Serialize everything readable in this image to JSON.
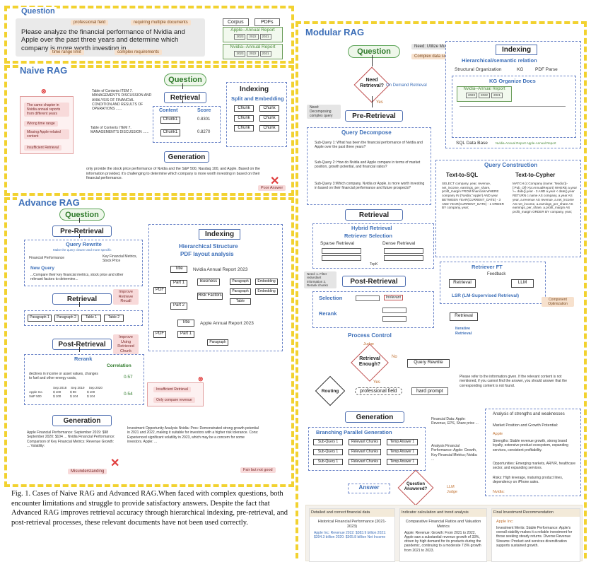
{
  "question_panel": {
    "title": "Question",
    "text": "Please analyze the financial performance of Nvidia and Apple over the past three years and determine which company is more worth investing in.",
    "tags": [
      "professional field",
      "requiring multiple documents",
      "time range limit",
      "complex requirements"
    ],
    "corpus": "Corpus",
    "pdfs": "PDFs",
    "apple_report": "Apple--Annual Report",
    "nvidia_report": "Nvidia--Annual Report",
    "years": [
      "2023",
      "2022",
      "2021"
    ]
  },
  "naive_rag": {
    "title": "Naive RAG",
    "question": "Question",
    "retrieval": "Retrieval",
    "content": "Content",
    "score": "Score",
    "chunk_label": "Chunk1",
    "score1": "0.8301",
    "score2": "0.8270",
    "indexing": "Indexing",
    "split": "Split and Embedding",
    "chunk": "Chunk",
    "generation": "Generation",
    "toc1": "Table of Contents ITEM 7. MANAGEMENT'S DISCUSSION AND ANALYSIS OF FINANCIAL CONDITION AND RESULTS OF OPERATIONS ......",
    "toc2": "Table of Contents ITEM 7. MANAGEMENT'S DISCUSSION ......",
    "issues": [
      "The same chapter in Nvidia annual reports from different years",
      "Wrong time range",
      "Missing Apple-related content",
      "Insufficient Retrieval"
    ],
    "answer": "only provide the stock price performance of Nvidia and the S&P 500, Nasdaq 100, and Apple. Based on the information provided, it's challenging to determine which company is more worth investing in based on their financial performance.",
    "poor": "Poor Answer"
  },
  "advance_rag": {
    "title": "Advance RAG",
    "question": "Question",
    "pre_retrieval": "Pre-Retrieval",
    "query_rewrite": "Query Rewrite",
    "qr_sub": "Make the query clearer and more specific",
    "fin_perf": "Financial Performance",
    "key_metrics": "Key Financial Metrics, Stock Price",
    "new_query": "New Query",
    "new_query_text": "...Compare their key financial metrics, stock price and other relevant factors to determine...",
    "retrieval": "Retrieval",
    "improve_recall": "Improve Retrieve Recall",
    "paragraphs": [
      "Paragraph 1",
      "Paragraph 2",
      "Table 1",
      "Table 2"
    ],
    "post_retrieval": "Post-Retrieval",
    "improve_chunk": "Improve Using Retrieved Chunk",
    "rerank": "Rerank",
    "correlation": "Correlation",
    "c1_text": "declines in income or asset values, changes to fuel and other energy costs,",
    "c1_score": "0.57",
    "table_header": [
      "Sep 2018",
      "Sep 2019",
      "Sep 2020"
    ],
    "table_rows": [
      [
        "Apple Inc.",
        "$ 100",
        "$ 98",
        "$ 100"
      ],
      [
        "S&P 500",
        "$ 100",
        "$ 104",
        "$ 104"
      ]
    ],
    "c2_score": "0.54",
    "indexing": "Indexing",
    "hier": "Hierarchical Structure",
    "pdf_layout": "PDF layout analysis",
    "title_node": "Title",
    "nvidia_report": "Nvidia Annual Report 2023",
    "apple_report": "Apple Annual Report 2023",
    "pdf": "PDF",
    "parts": [
      "Part 1",
      "Part 2",
      "Part 1"
    ],
    "business": "Business",
    "risk": "Risk Factors",
    "paragraph": "Paragraph",
    "embedding": "Embedding",
    "table": "Table",
    "generation": "Generation",
    "gen_left": "Apple Financial Performance: September 2019: $98 September 2020: $104 ... Nvidia Financial Performance: Comparison of Key Financial Metrics: Revenue Growth: ... Volatility:",
    "gen_right": "Investment Opportunity Analysis Nvidia: Pros: Demonstrated strong growth potential in 2021 and 2022, making it suitable for investors with a higher risk tolerance. Cons: Experienced significant volatility in 2023, which may be a concern for some investors. Apple: ...",
    "insufficient": "Insufficient Retrieval",
    "only_revenue": "Only compare revenue",
    "misunderstanding": "Misunderstanding",
    "fair": "Fair but not good"
  },
  "caption": "Fig. 1.  Cases of Naive RAG and Advanced RAG.When faced with complex questions, both encounter limitations and struggle to provide satisfactory answers. Despite the fact that Advanced RAG improves retrieval accuracy through hierarchical indexing, pre-retrieval, and post-retrieval processes, these relevant documents have not been used correctly.",
  "modular_rag": {
    "title": "Modular RAG",
    "question": "Question",
    "need": "Need: Utilize Multi-source Data",
    "complex": "Complex data source",
    "need_retrieval": "Need Retrieval?",
    "on_demand": "On Demand Retrieval",
    "yes": "Yes",
    "no": "No",
    "need_decompose": "Need: Decomposing complex query",
    "indexing": "Indexing",
    "hier_rel": "Hierarchical/semantic relation",
    "struct_org": "Structural Organization",
    "kg": "KG",
    "pdf_parse": "PDF Parse",
    "kg_docs": "KG Organize Docs",
    "nvidia_report": "Nvidia--Annual Report",
    "years": [
      "2023",
      "2022",
      "2021"
    ],
    "sql_db": "SQL Data Base",
    "sql_reports": "Nvidia-Annual Report  Apple-Annual Report",
    "pre_retrieval": "Pre-Retrieval",
    "query_decompose": "Query Decompose",
    "subqueries": [
      "Sub-Query 1: What has been the financial performance of Nvidia and Apple over the past three years?",
      "Sub-Query 2: How do Nvidia and Apple compare in terms of market position, growth potential, and financial ratios?",
      "Sub-Query 3:Which company, Nvidia or Apple, is more worth investing in based on their financial performance and future prospects?"
    ],
    "query_construction": "Query Construction",
    "text_to_sql": "Text-to-SQL",
    "text_to_cypher": "Text-to-Cypher",
    "sql_code": "SELECT company, year, revenue, net_income, earnings_per_share, profit_margin FROM financials WHERE company IN ('Nvidia','Apple') AND year BETWEEN YEAR(CURRENT_DATE) - 3 AND YEAR(CURRENT_DATE) - 1 ORDER BY company, year;",
    "cypher_code": "MATCH (c:Company {name: 'Nvidia'})-[:Pub_Of]->(a:AnnualReport) WHERE a.year >= date().year - 3 AND a.year < date().year RETURN c.name AS company, a.year AS year, a.revenue AS revenue, a.net_income AS net_income, a.earnings_per_share AS earnings_per_share, a.profit_margin AS profit_margin ORDER BY company, year;",
    "retrieval": "Retrieval",
    "hybrid": "Hybrid Retrieval",
    "retriever_selection": "Retriever Selection",
    "sparse": "Sparse Retrieval",
    "dense": "Dense Retrieval",
    "topk": "TopK",
    "need_filter": "Need: 1. Filter redundant information 2. Rerank chunks",
    "post_retrieval": "Post-Retrieval",
    "selection": "Selection",
    "irrelevant": "Irrelevant",
    "rerank": "Rerank",
    "retriever_ft": "Retriever FT",
    "feedback": "Feedback",
    "retrieval_box": "Retrieval",
    "llm": "LLM",
    "lsr": "LSR (LM-Supervised Retrieval)",
    "component": "Component Optimization",
    "retrieval_iter": "Retrieval",
    "iterative": "Iterative Retrieval",
    "process_control": "Process Control",
    "judge": "Judge",
    "retrieval_enough": "Retrieval Enough?",
    "query_rewrite": "Query Rewrite",
    "routing": "Routing",
    "professional_field": "professional field",
    "hard_prompt": "hard prompt",
    "prompt_text": "Please refer to the information given. If the relevant content is not mentioned, if you cannot find the answer, you should answer that the corresponding content is not found.",
    "generation": "Generation",
    "branching": "Branching Parallel Generation",
    "sub_query": "Sub-Query 1",
    "relevant_chunks": "Relevant Chunks",
    "temp_answer": "Temp Answer 1",
    "fin_data": "Financial Data: Apple: Revenue, EPS, Share price ...",
    "fin_perf": "Analysis Financial Performance: Apple: Growth, Key Financial Metrics; Nvidia: ...",
    "answer": "Answer",
    "question_answered": "Question Answered?",
    "llm_judge": "LLM Judge",
    "strengths_title": "Analysis of strengths and weaknesses",
    "market_pos": "Market Position and Growth Potential:",
    "apple": "Apple",
    "strengths": "Strengths: Stable revenue growth, strong brand loyalty, extensive product ecosystem, expanding services, consistent profitability.",
    "opportunities": "Opportunities: Emerging markets, AR/VR, healthcare sector, and expanding services.",
    "risks": "Risks: High leverage, maturing product lines, dependency on iPhone sales.",
    "nvidia": "Nvidia:",
    "bottom": [
      {
        "title": "Detailed and correct financial data",
        "sub": "Historical Financial Performance (2021-2023)",
        "body": "Apple Inc: Revenue 2022: $383.9 billion 2021: $394.3 billion 2020: $365.8 billion Net Income"
      },
      {
        "title": "Indicator calculation and trend analysis",
        "sub": "Comparative Financial Ratios and Valuation Metrics",
        "body": "Apple: Revenue: Growth: From 2021 to 2022, Apple saw a substantial revenue growth of 33%, driven by high demand for its products during the pandemic, continuing to a moderate 7.8% growth from 2021 to 2023."
      },
      {
        "title": "Final Investment Recommendation",
        "sub": "Apple Inc:",
        "body": "Investment Merits: Stable Performance: Apple's overall stability makes it a reliable investment for those seeking steady returns. Diverse Revenue Streams: Product and services diversification supports sustained growth."
      }
    ]
  }
}
